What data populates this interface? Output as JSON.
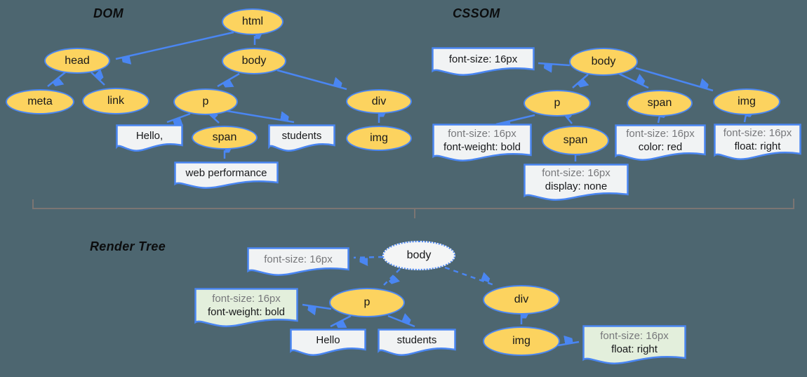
{
  "colors": {
    "background": "#4d6670",
    "node_fill": "#fcd35f",
    "node_stroke": "#4a86f2",
    "box_fill": "#f1f3f4",
    "box_fill_green": "#e3efdc",
    "muted_text": "#77787b",
    "divider": "#7b7573"
  },
  "dom": {
    "title": "DOM",
    "nodes": {
      "html": "html",
      "head": "head",
      "body": "body",
      "meta": "meta",
      "link": "link",
      "p": "p",
      "div": "div",
      "span": "span",
      "img": "img"
    },
    "texts": {
      "hello": "Hello,",
      "students": "students",
      "webperf": "web performance"
    }
  },
  "cssom": {
    "title": "CSSOM",
    "nodes": {
      "body": "body",
      "p": "p",
      "span": "span",
      "img": "img",
      "span_child": "span"
    },
    "rules": {
      "body": {
        "l1": "font-size: 16px"
      },
      "p": {
        "l1": "font-size: 16px",
        "l2": "font-weight: bold"
      },
      "span": {
        "l1": "font-size: 16px",
        "l2": "color: red"
      },
      "img": {
        "l1": "font-size: 16px",
        "l2": "float: right"
      },
      "span_child": {
        "l1": "font-size: 16px",
        "l2": "display: none"
      }
    }
  },
  "render_tree": {
    "title": "Render Tree",
    "nodes": {
      "body": "body",
      "p": "p",
      "div": "div",
      "img": "img"
    },
    "texts": {
      "hello": "Hello",
      "students": "students"
    },
    "rules": {
      "body": {
        "l1": "font-size: 16px"
      },
      "p": {
        "l1": "font-size: 16px",
        "l2": "font-weight: bold"
      },
      "img": {
        "l1": "font-size: 16px",
        "l2": "float: right"
      }
    }
  }
}
